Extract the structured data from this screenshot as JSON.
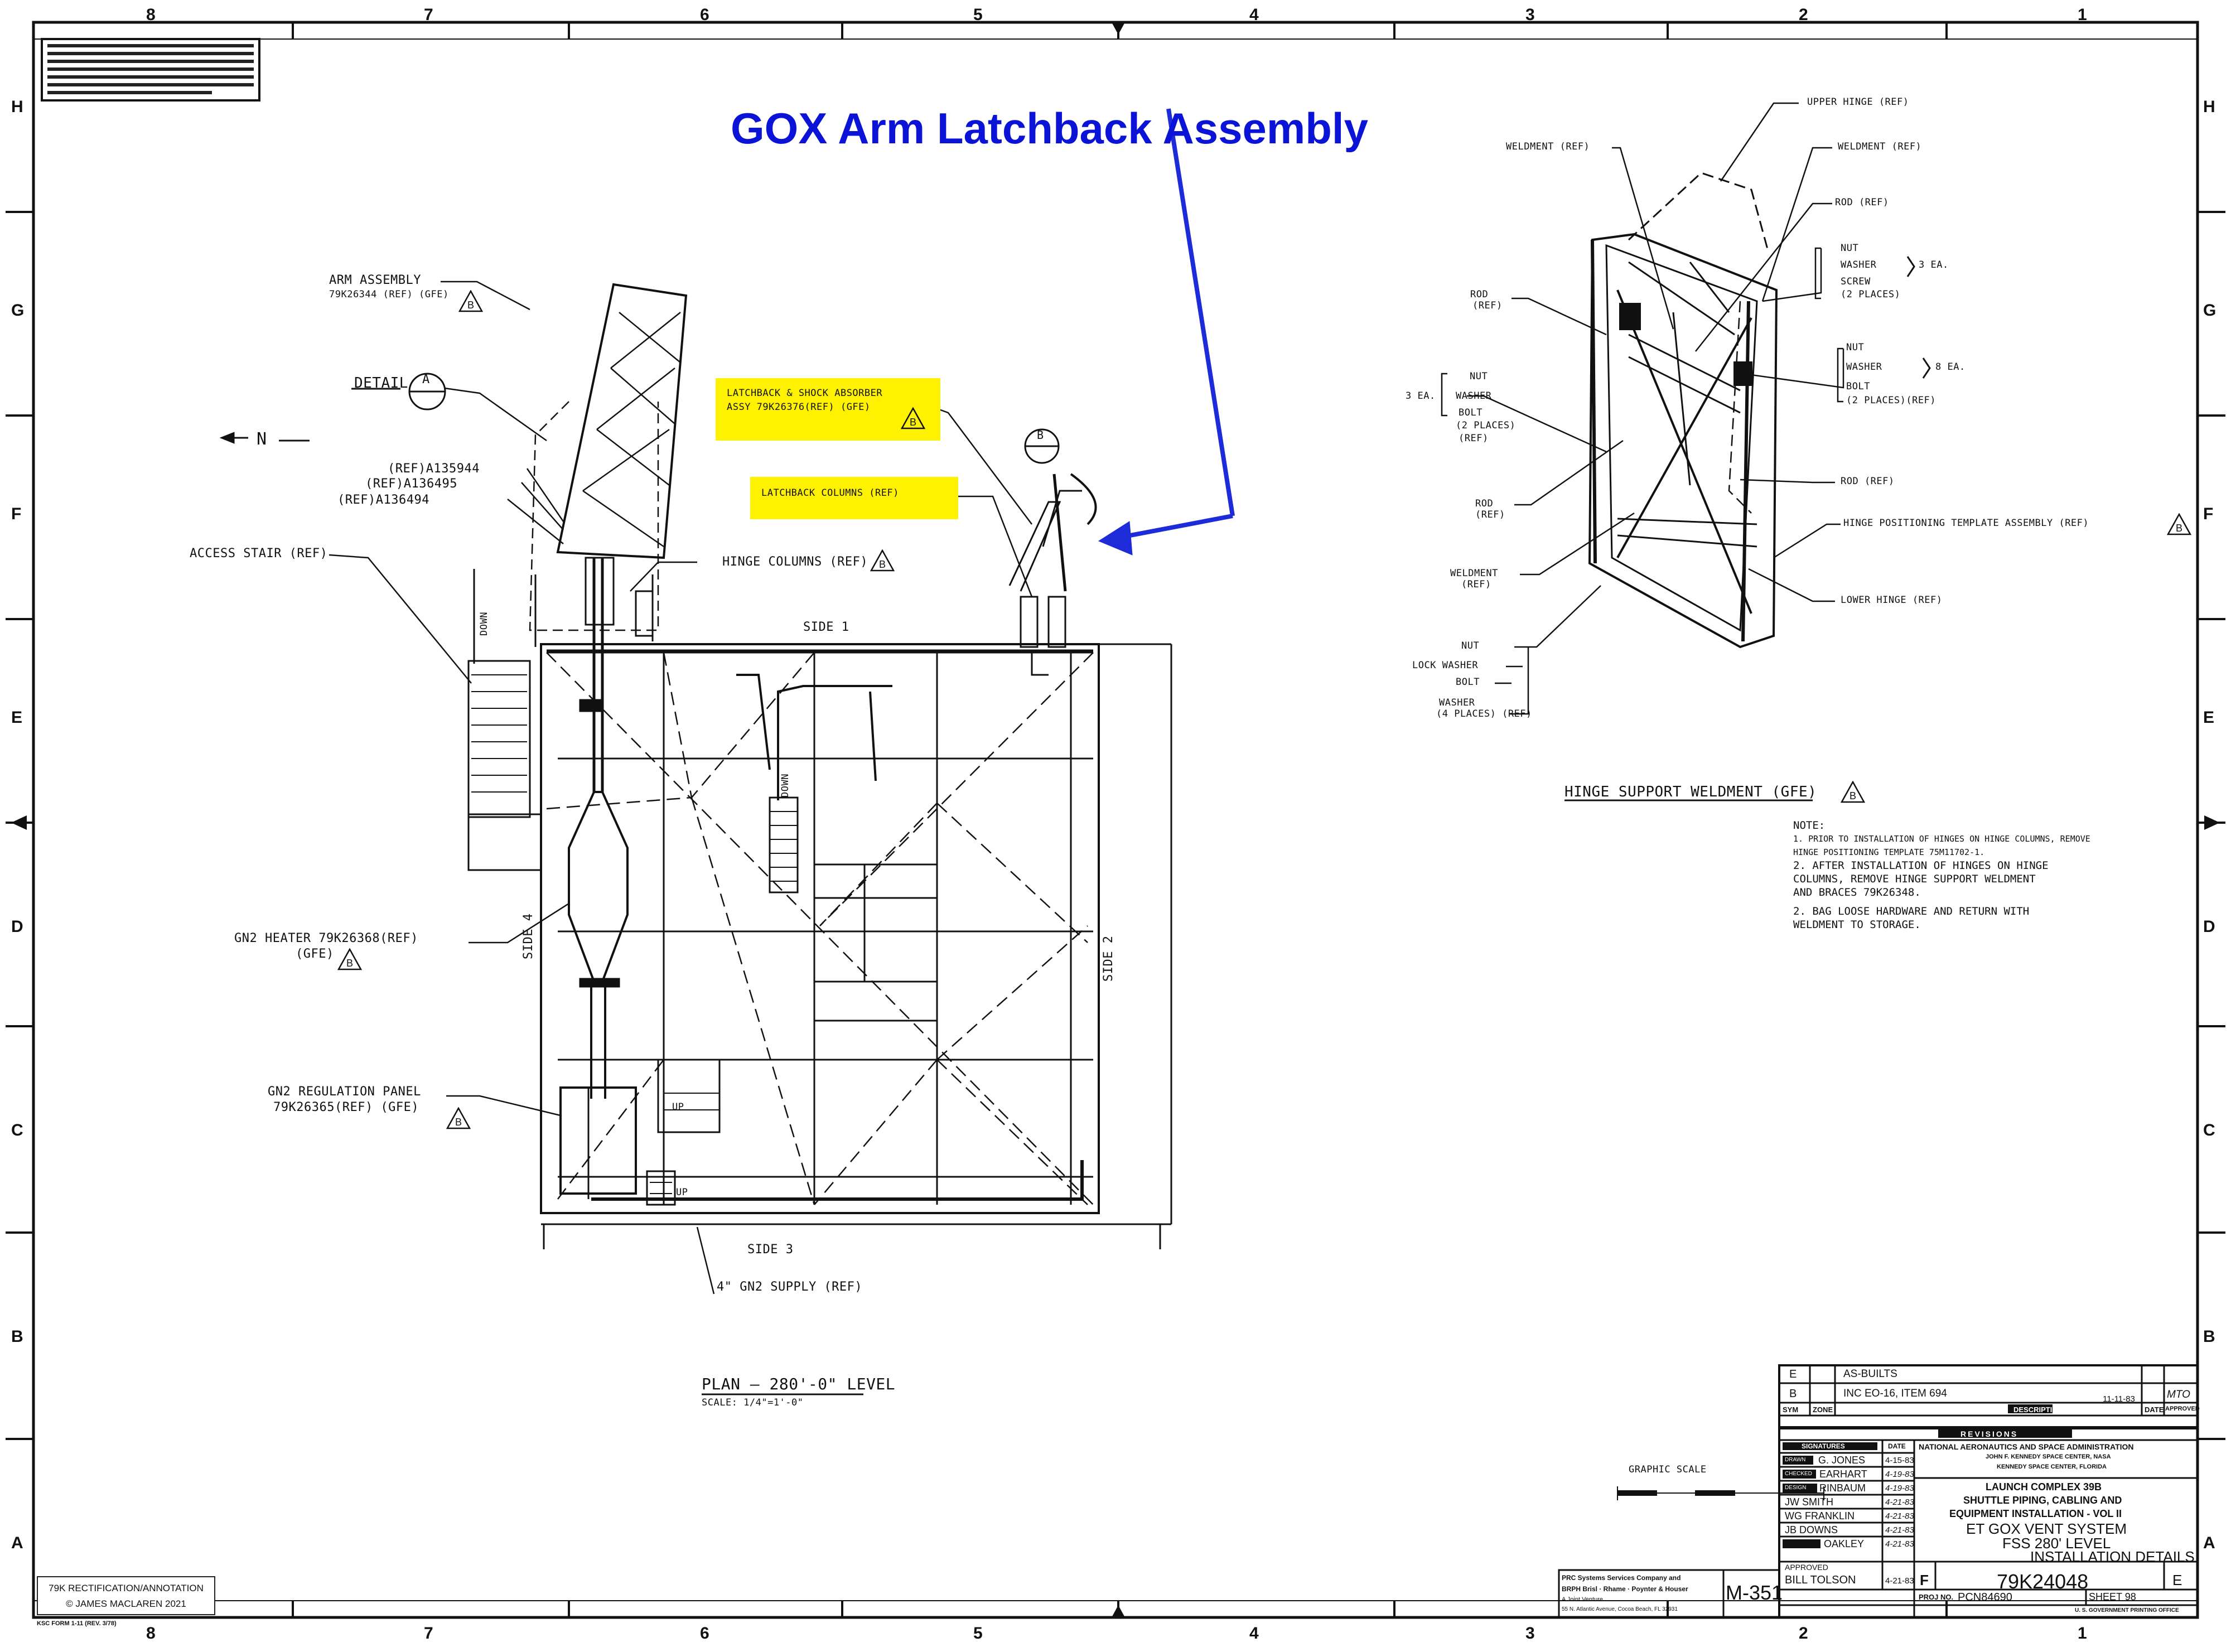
{
  "title": "GOX Arm Latchback Assembly",
  "callouts": {
    "arm_assembly_1": "ARM ASSEMBLY",
    "arm_assembly_2": "79K26344 (REF) (GFE)",
    "detail": "DETAIL",
    "detail_letter": "A",
    "north": "N",
    "ref1": "(REF)A135944",
    "ref2": "(REF)A136495",
    "ref3": "(REF)A136494",
    "access_stair": "ACCESS STAIR (REF)",
    "hinge_columns": "HINGE COLUMNS (REF)",
    "latchback_shock_1": "LATCHBACK & SHOCK ABSORBER",
    "latchback_shock_2": "ASSY 79K26376(REF) (GFE)",
    "latchback_columns": "LATCHBACK COLUMNS (REF)",
    "detail_b": "B",
    "side1": "SIDE 1",
    "side2": "SIDE 2",
    "side3": "SIDE 3",
    "side4": "SIDE 4",
    "down": "DOWN",
    "up": "UP",
    "gn2_heater_1": "GN2 HEATER 79K26368(REF)",
    "gn2_heater_2": "(GFE)",
    "gn2_panel_1": "GN2 REGULATION PANEL",
    "gn2_panel_2": "79K26365(REF) (GFE)",
    "supply": "4\" GN2 SUPPLY (REF)",
    "plan": "PLAN – 280'-0\" LEVEL",
    "scale": "SCALE: 1/4\"=1'-0\"",
    "graphic_scale": "GRAPHIC SCALE",
    "rev_b": "B"
  },
  "weldment": {
    "weldment_ref": "WELDMENT (REF)",
    "upper_hinge": "UPPER HINGE (REF)",
    "weldment_ref2": "WELDMENT (REF)",
    "rod_ref": "ROD (REF)",
    "nut": "NUT",
    "washer": "WASHER",
    "screw": "SCREW",
    "three_ea": "3 EA.",
    "two_places": "(2 PLACES)",
    "rod_left": "ROD",
    "rod_left_ref": "(REF)",
    "nut2": "NUT",
    "washer2": "WASHER",
    "bolt2": "BOLT",
    "eight_ea": "8 EA.",
    "two_places_ref": "(2 PLACES)(REF)",
    "three_ea_left": "3 EA.",
    "nut3": "NUT",
    "washer3": "WASHER",
    "bolt3": "BOLT",
    "two_places3": "(2 PLACES)",
    "ref3": "(REF)",
    "rod_ref2": "ROD (REF)",
    "rod_mid": "ROD",
    "rod_mid_ref": "(REF)",
    "hinge_template": "HINGE POSITIONING TEMPLATE ASSEMBLY (REF)",
    "weldment_low": "WELDMENT",
    "weldment_low_ref": "(REF)",
    "lower_hinge": "LOWER HINGE (REF)",
    "nut4": "NUT",
    "lock_washer": "LOCK WASHER",
    "bolt4": "BOLT",
    "washer4": "WASHER",
    "four_places": "(4 PLACES) (REF)",
    "support_title": "HINGE SUPPORT WELDMENT (GFE)",
    "support_rev": "B"
  },
  "notes": {
    "head": "NOTE:",
    "n1a": "1. PRIOR TO INSTALLATION OF HINGES ON HINGE COLUMNS, REMOVE",
    "n1b": "   HINGE POSITIONING TEMPLATE 75M11702-1.",
    "n2a": "2. AFTER INSTALLATION OF HINGES ON HINGE",
    "n2b": "   COLUMNS, REMOVE HINGE SUPPORT WELDMENT",
    "n2c": "   AND BRACES 79K26348.",
    "n3a": "2. BAG LOOSE HARDWARE AND RETURN WITH",
    "n3b": "   WELDMENT TO STORAGE."
  },
  "border": {
    "top_nums": [
      "8",
      "7",
      "6",
      "5",
      "4",
      "3",
      "2",
      "1"
    ],
    "bottom_nums": [
      "8",
      "7",
      "6",
      "5",
      "4",
      "3",
      "2",
      "1"
    ],
    "rows": [
      "H",
      "G",
      "F",
      "E",
      "D",
      "C",
      "B",
      "A"
    ]
  },
  "title_block": {
    "rev_e": "E",
    "rev_e_desc": "AS-BUILTS",
    "rev_b": "B",
    "rev_b_desc": "INC EO-16, ITEM 694",
    "date_b": "11-11-83",
    "approved_b": "MTO",
    "col_sym": "SYM",
    "col_zone": "ZONE",
    "col_desc": "DESCRIPTION",
    "col_date": "DATE",
    "col_approved": "APPROVED",
    "revisions": "REVISIONS",
    "signatures": "SIGNATURES",
    "date_hdr": "DATE",
    "agency": "NATIONAL AERONAUTICS AND SPACE ADMINISTRATION",
    "center1": "JOHN F. KENNEDY SPACE CENTER, NASA",
    "center2": "KENNEDY SPACE CENTER, FLORIDA",
    "drawn": "DRAWN",
    "drawn_name": "G. JONES",
    "drawn_date": "4-15-83",
    "checked": "CHECKED",
    "checked_name": "EARHART",
    "checked_date": "4-19-83",
    "design": "DESIGN",
    "design_name": "RINBAUM",
    "design_date": "4-19-83",
    "sig4_name": "JW SMITH",
    "sig4_date": "4-21-83",
    "sig5_name": "WG FRANKLIN",
    "sig5_date": "4-21-83",
    "sig6_name": "JB DOWNS",
    "sig6_date": "4-21-83",
    "sig7_name": "OAKLEY",
    "sig7_date": "4-21-83",
    "approved": "APPROVED",
    "approved_name": "BILL TOLSON",
    "approved_date": "4-21-83",
    "t1": "LAUNCH COMPLEX 39B",
    "t2": "SHUTTLE PIPING, CABLING AND",
    "t3": "EQUIPMENT INSTALLATION - VOL II",
    "t4": "ET GOX VENT SYSTEM",
    "t5": "FSS 280' LEVEL",
    "t6": "INSTALLATION DETAILS",
    "size": "F",
    "dwg_no": "79K24048",
    "rev": "E",
    "proj_label": "PROJ NO.",
    "proj_no": "PCN84690",
    "sheet": "SHEET 98",
    "contractor1": "PRC Systems Services Company and",
    "contractor2": "BRPH Brisl · Rhame · Poynter & Houser",
    "contractor3": "A Joint Venture",
    "contractor4": "55 N. Atlantic Avenue, Cocoa Beach, FL 32931",
    "m_number": "M-351",
    "form": "KSC FORM 1-11 (REV. 3/78)",
    "gov": "U. S. GOVERNMENT PRINTING OFFICE"
  },
  "credit": {
    "line1": "79K RECTIFICATION/ANNOTATION",
    "line2": "© JAMES MACLAREN 2021"
  }
}
